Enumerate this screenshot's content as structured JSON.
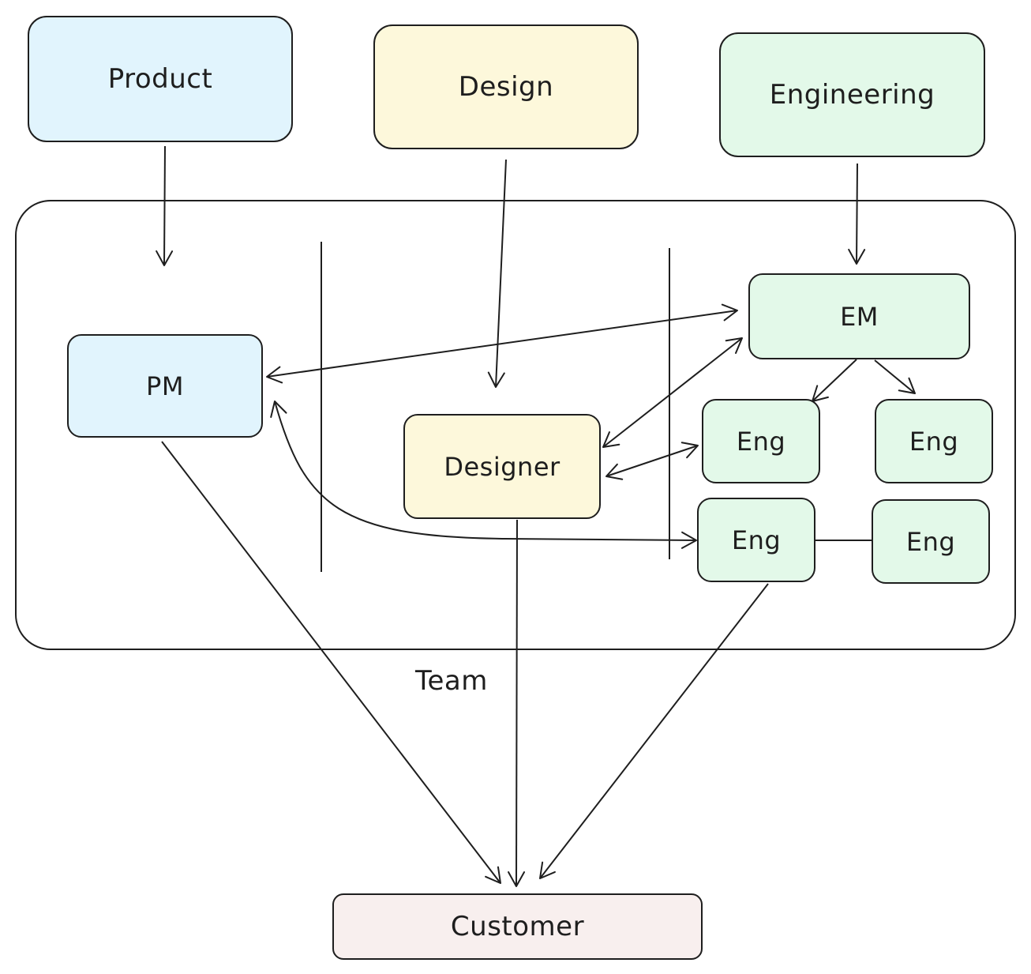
{
  "colors": {
    "stroke": "#1e1e1e",
    "product": "#e1f4fd",
    "design": "#fdf8db",
    "engineering": "#e3f9e9",
    "customer": "#f8efee",
    "team_fill": "#ffffff"
  },
  "nodes": {
    "product": "Product",
    "design": "Design",
    "engineering": "Engineering",
    "pm": "PM",
    "designer": "Designer",
    "em": "EM",
    "eng1": "Eng",
    "eng2": "Eng",
    "eng3": "Eng",
    "eng4": "Eng",
    "customer": "Customer"
  },
  "team_label": "Team",
  "edges": [
    {
      "from": "Product",
      "to": "PM",
      "arrow": "end"
    },
    {
      "from": "Design",
      "to": "Designer",
      "arrow": "end"
    },
    {
      "from": "Engineering",
      "to": "EM",
      "arrow": "end"
    },
    {
      "from": "PM",
      "to": "EM",
      "arrow": "both"
    },
    {
      "from": "Designer",
      "to": "EM",
      "arrow": "both"
    },
    {
      "from": "Designer",
      "to": "Eng",
      "arrow": "both"
    },
    {
      "from": "PM",
      "to": "Eng",
      "arrow": "both"
    },
    {
      "from": "EM",
      "to": "Eng",
      "arrow": "end"
    },
    {
      "from": "EM",
      "to": "Eng",
      "arrow": "end"
    },
    {
      "from": "Eng",
      "to": "Eng",
      "arrow": "none"
    },
    {
      "from": "PM",
      "to": "Customer",
      "arrow": "end"
    },
    {
      "from": "Designer",
      "to": "Customer",
      "arrow": "end"
    },
    {
      "from": "Eng",
      "to": "Customer",
      "arrow": "end"
    }
  ]
}
